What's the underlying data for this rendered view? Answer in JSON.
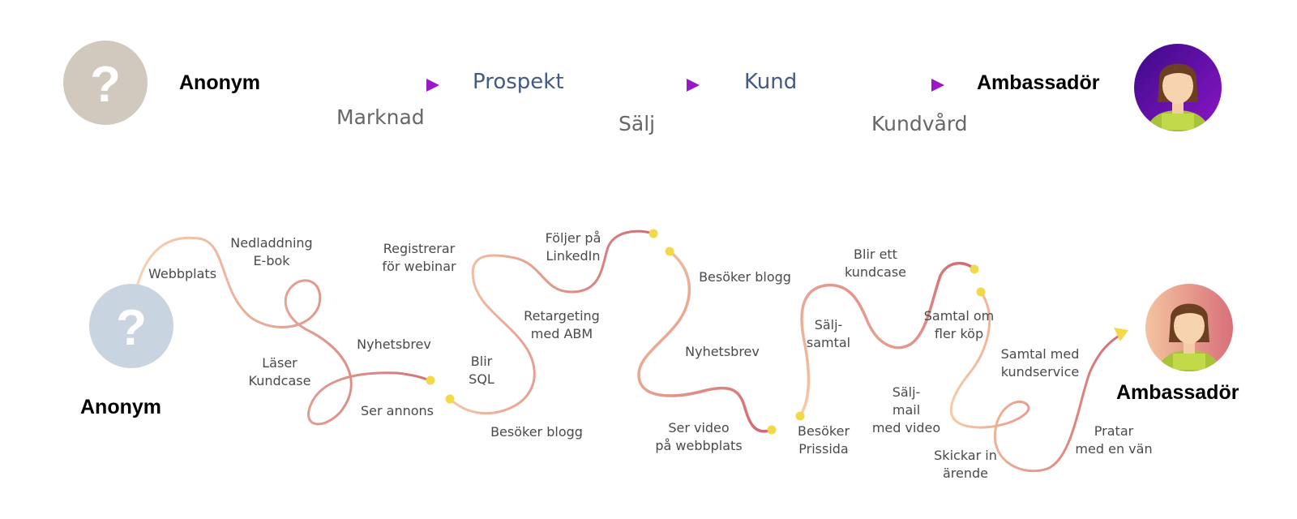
{
  "funnel": {
    "start": "Anonym",
    "stage1": "Prospekt",
    "stage2": "Kund",
    "end": "Ambassadör",
    "dept1": "Marknad",
    "dept2": "Sälj",
    "dept3": "Kundvård",
    "question_mark": "?"
  },
  "journey": {
    "start": "Anonym",
    "end": "Ambassadör",
    "question_mark": "?",
    "touchpoints": {
      "webbplats": "Webbplats",
      "nedladdning": "Nedladdning\nE-bok",
      "laser_kundcase": "Läser\nKundcase",
      "nyhetsbrev1": "Nyhetsbrev",
      "ser_annons": "Ser annons",
      "registrerar": "Registrerar\nför webinar",
      "blir_sql": "Blir\nSQL",
      "besoker_blogg1": "Besöker blogg",
      "retargeting": "Retargeting\nmed ABM",
      "foljer": "Följer på\nLinkedIn",
      "besoker_blogg2": "Besöker blogg",
      "nyhetsbrev2": "Nyhetsbrev",
      "ser_video": "Ser video\npå webbplats",
      "besoker_prissida": "Besöker\nPrissida",
      "salj_samtal": "Sälj-\nsamtal",
      "blir_kundcase": "Blir ett\nkundcase",
      "samtal_fler_kop": "Samtal om\nfler köp",
      "salj_mail": "Sälj-\nmail\nmed video",
      "skickar_arende": "Skickar in\närende",
      "samtal_kundservice": "Samtal med\nkundservice",
      "pratar": "Pratar\nmed en vän"
    }
  },
  "colors": {
    "arrow_start": "#3a1080",
    "arrow_end": "#9a18c8",
    "path_light": "#f6c9a6",
    "path_dark": "#cf6a72",
    "dot": "#f3d84a",
    "anon_top": "#d1c9bd",
    "anon_bottom": "#c9d4e1",
    "avatar_top_bg": "#6a0fb0",
    "avatar_bottom_bg": "#e08a8a"
  },
  "icons": [
    "question-mark-icon",
    "person-avatar-icon"
  ]
}
